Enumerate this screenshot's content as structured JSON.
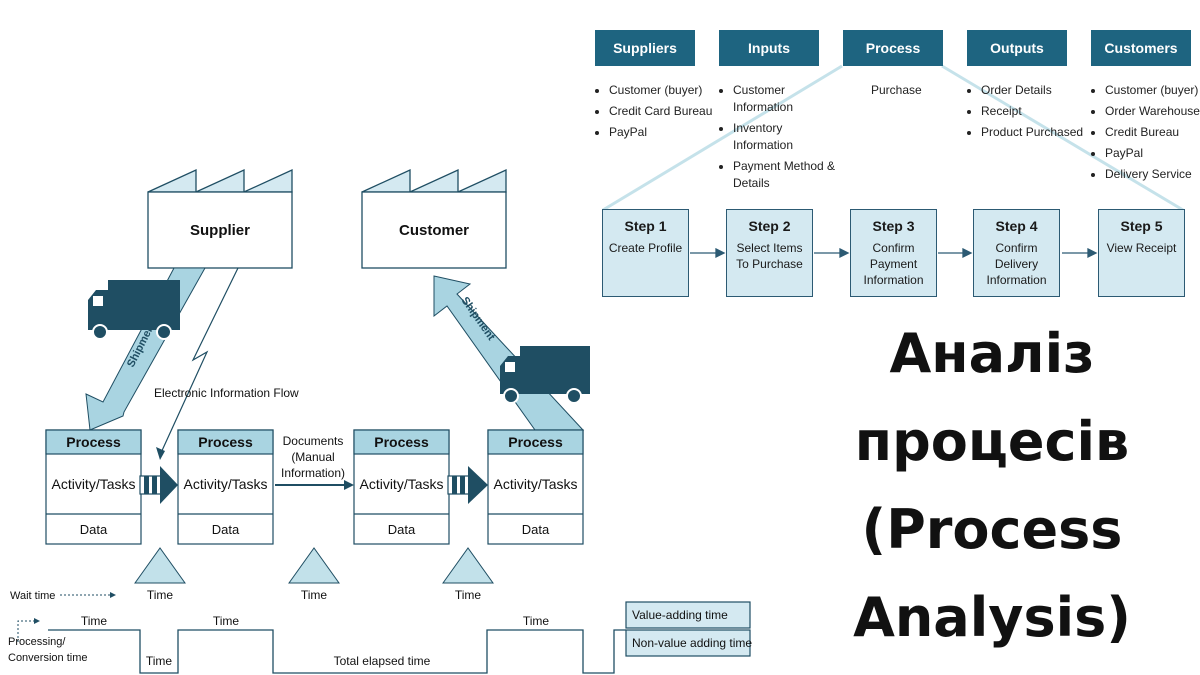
{
  "sipoc": {
    "headers": [
      "Suppliers",
      "Inputs",
      "Process",
      "Outputs",
      "Customers"
    ],
    "suppliers": [
      "Customer (buyer)",
      "Credit Card Bureau",
      "PayPal"
    ],
    "inputs": [
      "Customer Information",
      "Inventory Information",
      "Payment Method & Details"
    ],
    "process": "Purchase",
    "outputs": [
      "Order Details",
      "Receipt",
      "Product Purchased"
    ],
    "customers": [
      "Customer (buyer)",
      "Order Warehouse",
      "Credit Bureau",
      "PayPal",
      "Delivery Service"
    ],
    "steps": [
      {
        "title": "Step 1",
        "desc": "Create Profile"
      },
      {
        "title": "Step 2",
        "desc": "Select Items To Purchase"
      },
      {
        "title": "Step 3",
        "desc": "Confirm Payment Information"
      },
      {
        "title": "Step 4",
        "desc": "Confirm Delivery Information"
      },
      {
        "title": "Step 5",
        "desc": "View Receipt"
      }
    ]
  },
  "vsm": {
    "supplier": "Supplier",
    "customer": "Customer",
    "shipment": "Shipment",
    "electronic_flow": "Electronic Information Flow",
    "process_title": "Process",
    "activity": "Activity/Tasks",
    "data_label": "Data",
    "documents": [
      "Documents",
      "(Manual",
      "Information)"
    ],
    "time": "Time",
    "wait_time": "Wait time",
    "processing": [
      "Processing/",
      "Conversion time"
    ],
    "total_elapsed": "Total elapsed time",
    "value_adding": "Value-adding time",
    "non_value_adding": "Non-value adding time"
  },
  "title_lines": [
    "Аналіз",
    "процесів",
    "(Process",
    "Analysis)"
  ],
  "colors": {
    "header_blue": "#1e6480",
    "light_blue": "#d4e9f1",
    "dark_blue": "#1f4e63",
    "outline": "#2c5a73"
  }
}
